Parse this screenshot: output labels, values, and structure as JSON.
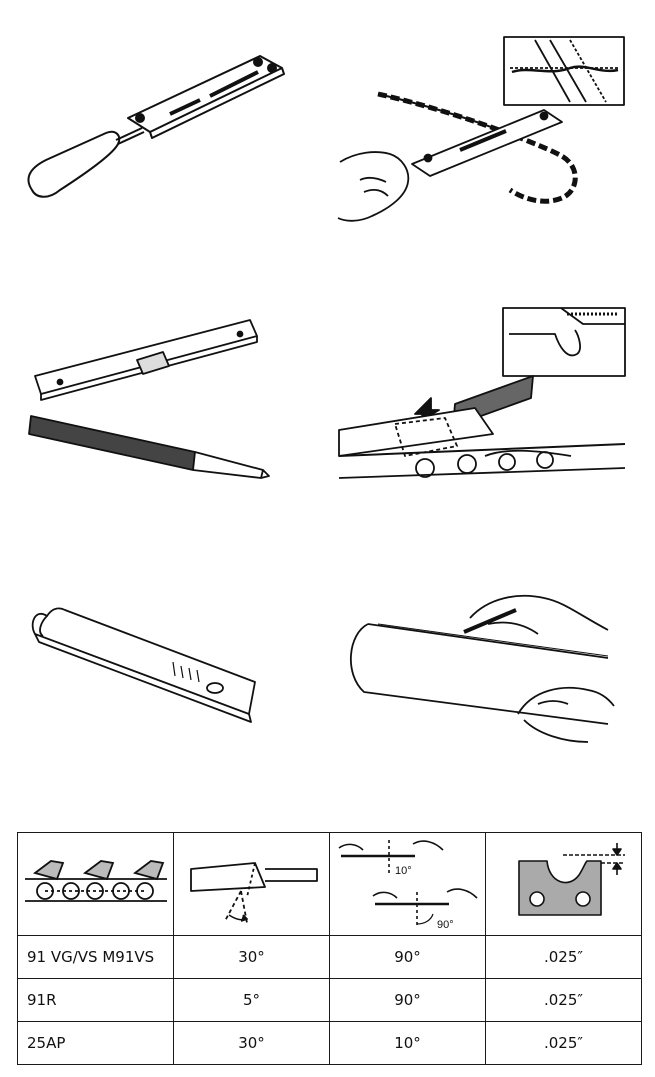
{
  "illustrations": [
    {
      "name": "file-holder-with-handle",
      "icon": "file-holder-icon"
    },
    {
      "name": "file-holder-on-chain",
      "icon": "chain-filing-icon"
    },
    {
      "name": "depth-gauge-tool-and-flat-file",
      "icon": "flat-file-icon"
    },
    {
      "name": "depth-gauge-filing",
      "icon": "depth-gauge-filing-icon"
    },
    {
      "name": "bar-groove-cleaner",
      "icon": "groove-cleaner-icon"
    },
    {
      "name": "bar-cleaning",
      "icon": "bar-cleaning-icon"
    }
  ],
  "table": {
    "header_icons": [
      "chain-icon",
      "top-plate-angle-icon",
      "file-angle-icon",
      "depth-gauge-icon"
    ],
    "header_labels": {
      "angle_10": "10°",
      "angle_90": "90°"
    },
    "rows": [
      {
        "chain": "91 VG/VS M91VS",
        "top_plate_angle": "30°",
        "file_angle": "90°",
        "depth_gauge": ".025″"
      },
      {
        "chain": "91R",
        "top_plate_angle": "5°",
        "file_angle": "90°",
        "depth_gauge": ".025″"
      },
      {
        "chain": "25AP",
        "top_plate_angle": "30°",
        "file_angle": "10°",
        "depth_gauge": ".025″"
      }
    ]
  }
}
